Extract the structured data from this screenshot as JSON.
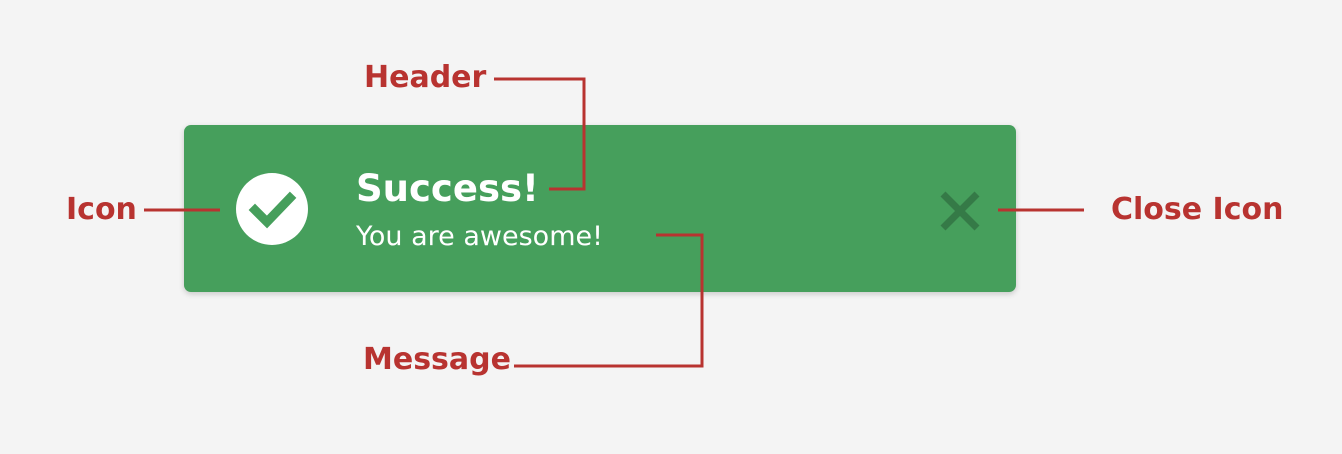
{
  "toast": {
    "title": "Success!",
    "message": "You are awesome!",
    "icon": "check-circle-icon",
    "close_icon": "close-icon",
    "background_color": "#469f5c"
  },
  "callouts": {
    "header": "Header",
    "icon": "Icon",
    "close_icon": "Close Icon",
    "message": "Message",
    "color": "#b83330"
  }
}
